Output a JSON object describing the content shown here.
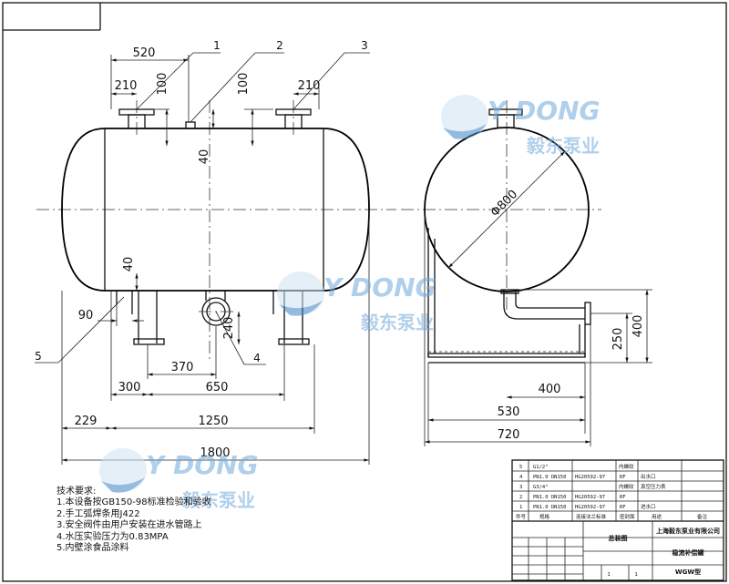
{
  "dimensions": {
    "d520": "520",
    "d210a": "210",
    "d100a": "100",
    "d100b": "100",
    "d210b": "210",
    "d40a": "40",
    "d40b": "40",
    "d90": "90",
    "d370": "370",
    "d240": "240",
    "d300": "300",
    "d650": "650",
    "d229": "229",
    "d1250": "1250",
    "d1800": "1800",
    "d800": "Φ800",
    "d400a": "400",
    "d250": "250",
    "d400b": "400",
    "d530": "530",
    "d720": "720"
  },
  "balloons": {
    "b1": "1",
    "b2": "2",
    "b3": "3",
    "b4": "4",
    "b5": "5"
  },
  "watermark": {
    "brand": "Y  DONG",
    "chinese": "毅东泵业"
  },
  "tech_notes": {
    "title": "技术要求:",
    "items": [
      "1.本设备按GB150-98标准检验和验收",
      "2.手工弧焊条用J422",
      "3.安全阀件由用户安装在进水管路上",
      "4.水压实验压力为0.83MPA",
      "5.内壁涂食品涂料"
    ]
  },
  "parts_table": {
    "rows": [
      {
        "no": "5",
        "spec": "G1/2\"",
        "std": "",
        "mat": "",
        "name": "内螺纹",
        "use": ""
      },
      {
        "no": "4",
        "spec": "PN1.0 DN150",
        "std": "HG20592-97",
        "mat": "RF",
        "name": "出水口",
        "use": ""
      },
      {
        "no": "3",
        "spec": "G3/4\"",
        "std": "",
        "mat": "",
        "name": "内螺纹",
        "use": "真空压力表"
      },
      {
        "no": "2",
        "spec": "PN1.0 DN150",
        "std": "HG20592-97",
        "mat": "RF",
        "name": "",
        "use": ""
      },
      {
        "no": "1",
        "spec": "PN1.0 DN150",
        "std": "HG20592-97",
        "mat": "RF",
        "name": "进水口",
        "use": ""
      }
    ],
    "header": {
      "no": "件号",
      "spec": "规格",
      "std": "连接法兰标准",
      "mat": "密封面",
      "use": "用途",
      "remark": "备注"
    }
  },
  "title_block": {
    "company": "上海毅东泵业有限公司",
    "drawing_title": "总装图",
    "product": "稳流补偿罐",
    "model": "WGW型",
    "scale_label": "1",
    "sheet_label": "1"
  }
}
